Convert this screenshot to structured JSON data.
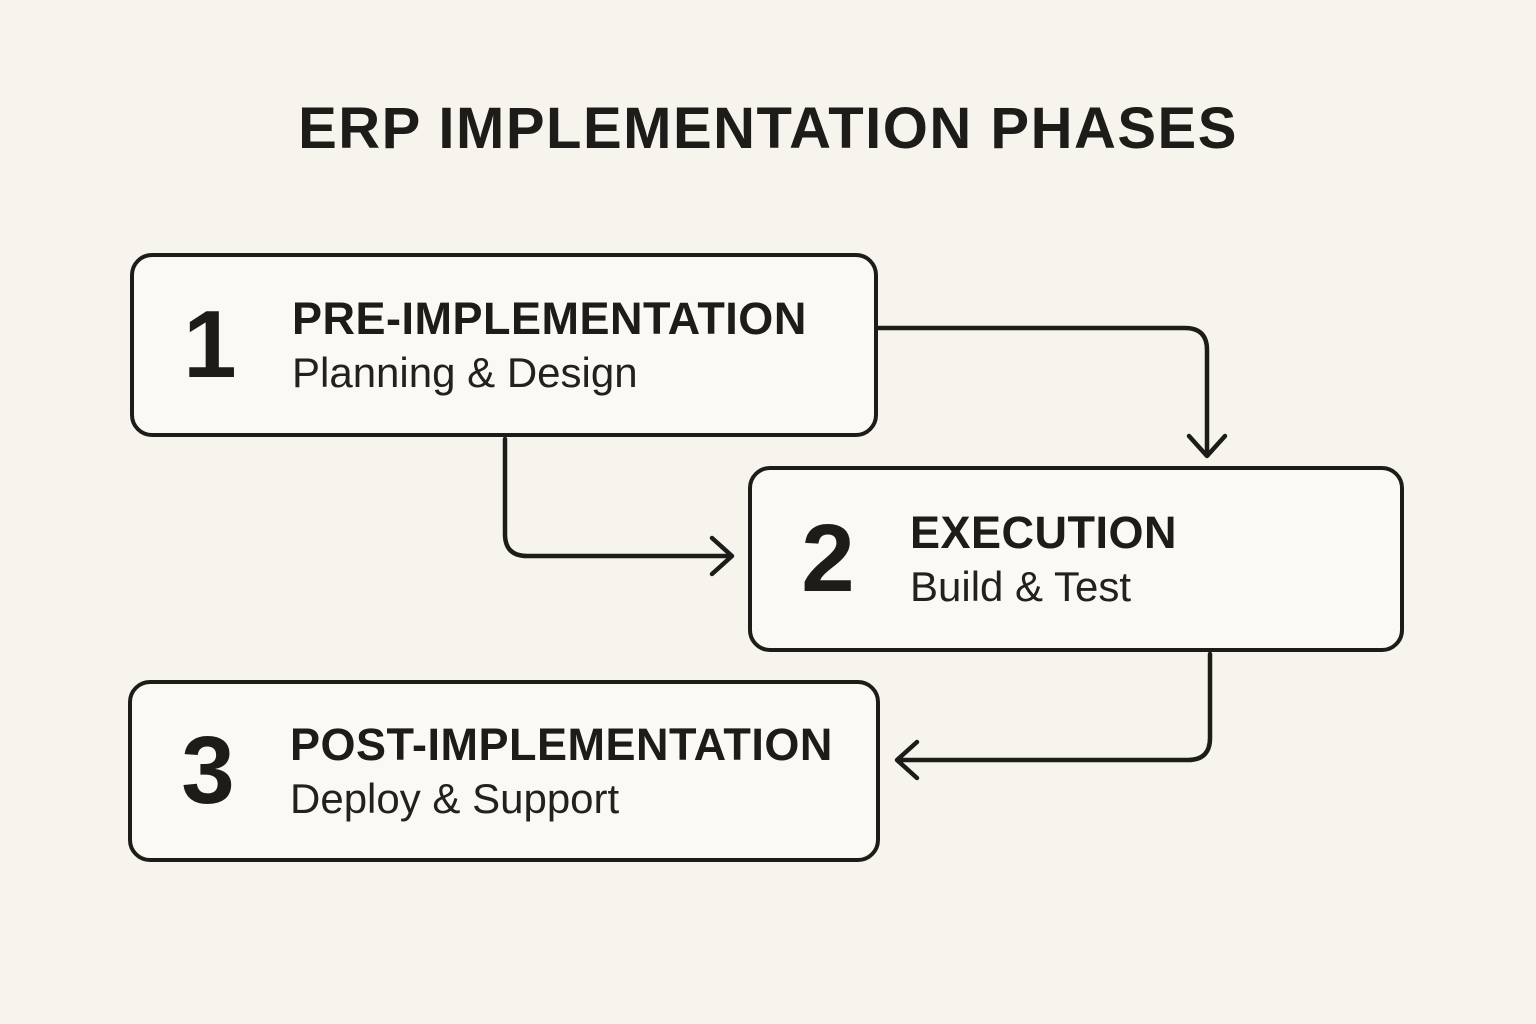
{
  "title": "ERP IMPLEMENTATION PHASES",
  "colors": {
    "bg": "#f7f4ee",
    "box_fill": "#fbf9f4",
    "ink": "#1d1c19",
    "sub_ink": "#22211d"
  },
  "phases": [
    {
      "number": "1",
      "title": "PRE-IMPLEMENTATION",
      "subtitle": "Planning & Design"
    },
    {
      "number": "2",
      "title": "EXECUTION",
      "subtitle": "Build & Test"
    },
    {
      "number": "3",
      "title": "POST-IMPLEMENTATION",
      "subtitle": "Deploy & Support"
    }
  ],
  "arrows": [
    {
      "name": "arrow-phase1-to-phase2",
      "direction": "down"
    },
    {
      "name": "arrow-phase1-to-phase2-side",
      "direction": "right"
    },
    {
      "name": "arrow-phase2-to-phase3",
      "direction": "left"
    }
  ]
}
